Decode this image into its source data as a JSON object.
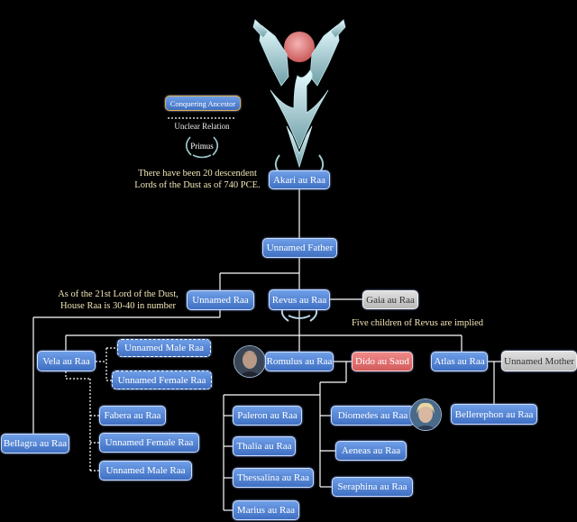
{
  "legend": {
    "ancestor_label": "Conquering Ancestor",
    "unclear_label": "Unclear Relation",
    "primus_label": "Primus"
  },
  "notes": {
    "descendants": [
      "There have been 20 descendent",
      "Lords of the Dust as of 740 PCE."
    ],
    "house_size": [
      "As of the 21st Lord of the Dust,",
      "House Raa is 30-40 in number"
    ],
    "revus_children": "Five children of Revus are implied"
  },
  "nodes": {
    "akari": "Akari au Raa",
    "unnamed_father": "Unnamed Father",
    "unnamed_raa": "Unnamed Raa",
    "revus": "Revus au Raa",
    "gaia": "Gaia au Raa",
    "vela": "Vela au Raa",
    "unnamed_male_raa_top": "Unnamed Male Raa",
    "unnamed_female_raa_top": "Unnamed Female Raa",
    "romulus": "Romulus au Raa",
    "dido": "Dido au Saud",
    "atlas": "Atlas au Raa",
    "unnamed_mother": "Unnamed Mother",
    "bellagra": "Bellagra au Raa",
    "fabera": "Fabera au Raa",
    "unnamed_female_raa": "Unnamed Female Raa",
    "unnamed_male_raa": "Unnamed Male Raa",
    "paleron": "Paleron au Raa",
    "thalia": "Thalia au Raa",
    "thessalina": "Thessalina au Raa",
    "marius": "Marius au Raa",
    "diomedes": "Diomedes au Raa",
    "aeneas": "Aeneas au Raa",
    "seraphina": "Seraphina au Raa",
    "bellerephon": "Bellerephon au Raa"
  },
  "colors": {
    "node_blue": "#4f80d6",
    "node_grey": "#c8c8c8",
    "node_red": "#e07070",
    "note_text": "#f2e6b8",
    "emblem": "#9fc9cc",
    "moon": "#e88a8a"
  }
}
